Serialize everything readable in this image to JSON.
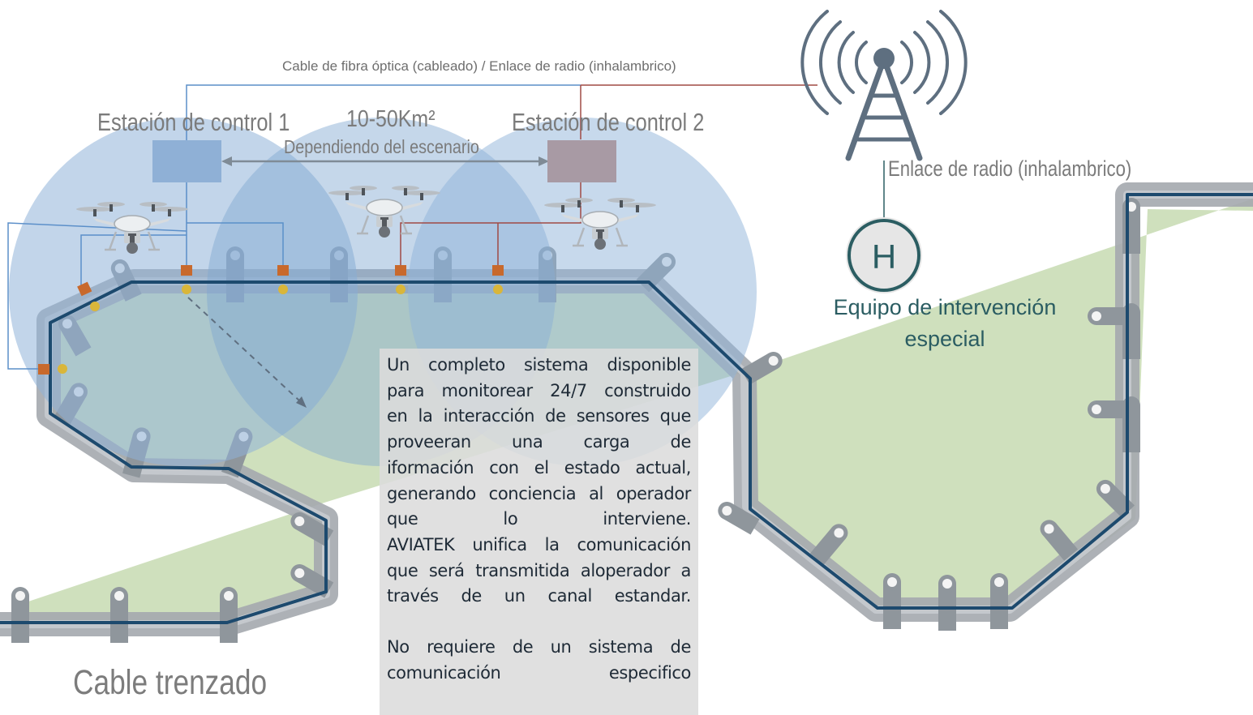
{
  "labels": {
    "link_types": "Cable de fibra óptica (cableado)  / Enlace de radio (inhalambrico)",
    "station_1": "Estación de control 1",
    "station_2": "Estación de control 2",
    "area": "10-50Km²",
    "area_note": "Dependiendo del escenario",
    "radio_link": "Enlace de radio (inhalambrico)",
    "helipad_letter": "H",
    "team_line1": "Equipo de intervención",
    "team_line2": "especial",
    "cable": "Cable trenzado"
  },
  "description": {
    "lines": [
      "Un completo sistema disponible",
      "para monitorear 24/7 construido",
      "en la interacción de sensores que",
      "proveeran una carga de",
      "iformación con el estado actual,",
      "generando conciencia al operador",
      "que lo interviene.",
      "AVIATEK unifica la comunicación",
      "que será transmitida aloperador a",
      "través de un canal estandar."
    ],
    "lines2": [
      "No requiere de un sistema de",
      "comunicación especifico"
    ]
  },
  "colors": {
    "coverage": "#8fb3d9",
    "station_1": "#8fb0d6",
    "station_2": "#a89aa4",
    "fence": "#9ea3a8",
    "cable": "#1d4a6e",
    "ground": "#cfe0bd",
    "sensor": "#c8692c",
    "sensor_dot": "#d9b63a",
    "link_fiber": "#5b8fc9",
    "link_radio": "#a04a44",
    "tower": "#5e6f80",
    "helipad": "#2b5d62"
  },
  "icons": [
    "drone-icon",
    "radio-tower-icon",
    "helipad-icon",
    "sensor-icon",
    "fence-post-icon"
  ]
}
